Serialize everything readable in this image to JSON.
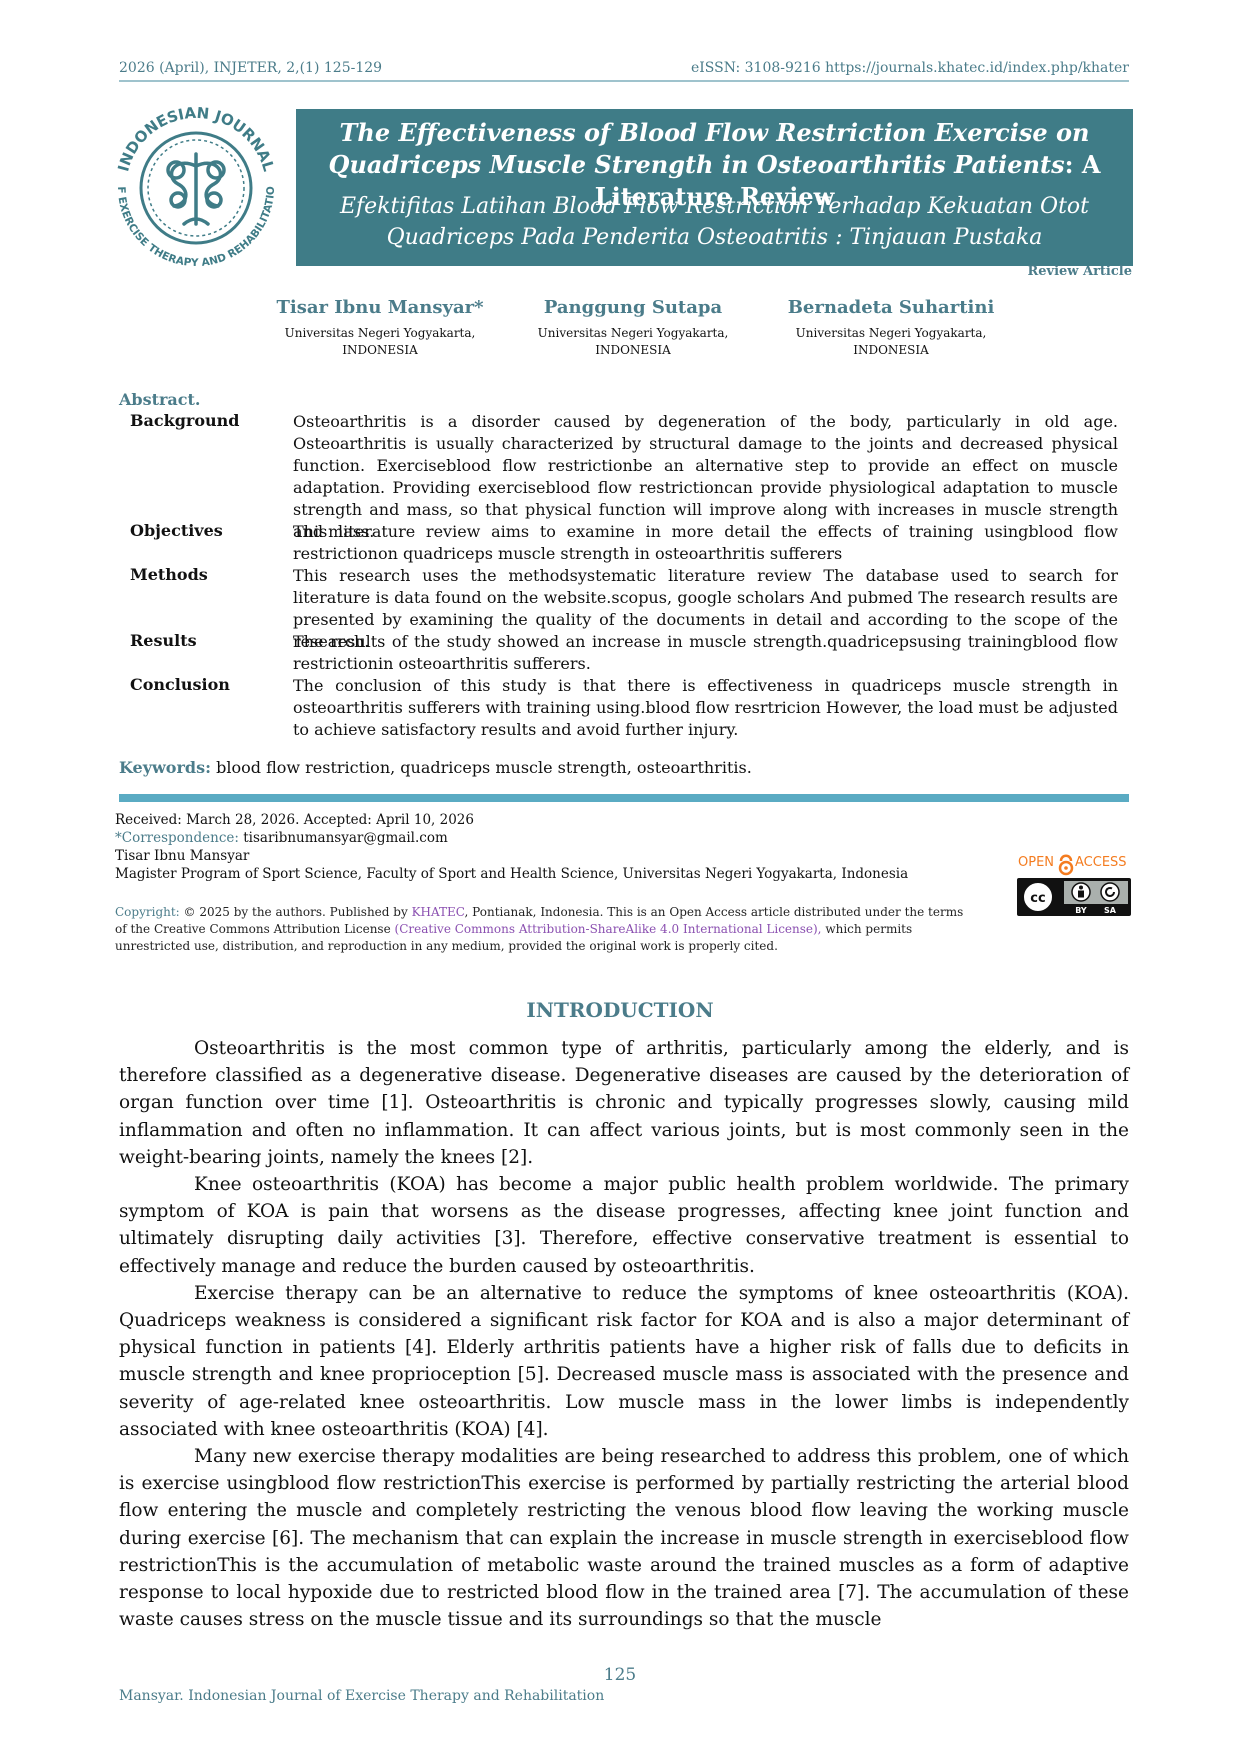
{
  "header": {
    "left": "2026 (April), INJETER, 2,(1) 125-129",
    "right": "eISSN: 3108-9216 https://journals.khatec.id/index.php/khater"
  },
  "logo": {
    "arc_top": "INDONESIAN JOURNAL",
    "arc_bottom": "OF EXERCISE THERAPY AND REHABILITATION"
  },
  "title": {
    "en_italic": "The Effectiveness of Blood Flow Restriction Exercise on Quadriceps Muscle Strength in Osteoarthritis Patients",
    "en_rest": ": A Literature Review",
    "id": "Efektifitas Latihan Blood Flow Restriction Terhadap Kekuatan Otot Quadriceps Pada Penderita Osteoatritis : Tinjauan Pustaka"
  },
  "article_type": "Review Article",
  "authors": [
    {
      "name": "Tisar Ibnu Mansyar*",
      "affiliation": "Universitas Negeri Yogyakarta,",
      "country": "INDONESIA"
    },
    {
      "name": "Panggung Sutapa",
      "affiliation": "Universitas Negeri Yogyakarta,",
      "country": "INDONESIA"
    },
    {
      "name": "Bernadeta Suhartini",
      "affiliation": "Universitas Negeri Yogyakarta,",
      "country": "INDONESIA"
    }
  ],
  "abstract": {
    "heading": "Abstract.",
    "background_label": "Background",
    "background": "Osteoarthritis is a disorder caused by degeneration of the body, particularly in old age. Osteoarthritis is usually characterized by structural damage to the joints and decreased physical function. Exerciseblood flow restrictionbe an alternative step to provide an effect on muscle adaptation. Providing exerciseblood flow restrictioncan provide physiological adaptation to muscle strength and mass, so that physical function will improve along with increases in muscle strength and mass.",
    "objectives_label": "Objectives",
    "objectives": "This literature review aims to examine in more detail the effects of training usingblood flow restrictionon quadriceps muscle strength in osteoarthritis sufferers",
    "methods_label": "Methods",
    "methods": "This research uses the methodsystematic literature review The database used to search for literature is data found on the website.scopus, google scholars And pubmed The research results are presented by examining the quality of the documents in detail and according to the scope of the research.",
    "results_label": "Results",
    "results": "The results of the study showed an increase in muscle strength.quadricepsusing trainingblood flow restrictionin osteoarthritis sufferers.",
    "conclusion_label": "Conclusion",
    "conclusion": "The conclusion of this study is that there is effectiveness in quadriceps muscle strength in osteoarthritis sufferers with training using.blood flow resrtricion However, the load must be adjusted to achieve satisfactory results and avoid further injury."
  },
  "keywords": {
    "label": "Keywords:",
    "text": "blood flow restriction, quadriceps muscle strength, osteoarthritis."
  },
  "meta": {
    "received": "Received: March 28, 2026. Accepted: April 10, 2026",
    "corr_label": "*Correspondence:",
    "corr_email": "tisaribnumansyar@gmail.com",
    "corr_name": "Tisar Ibnu Mansyar",
    "corr_affil": "Magister Program of Sport Science, Faculty of Sport and Health Science, Universitas Negeri Yogyakarta, Indonesia"
  },
  "open_access": {
    "word1": "OPEN",
    "word2": "ACCESS",
    "cc": "cc",
    "by": "BY",
    "sa": "SA"
  },
  "copyright": {
    "label": "Copyright:",
    "p1": "© 2025 by the authors. Published by",
    "publisher": "KHATEC",
    "p2": ", Pontianak, Indonesia. This is an Open Access article distributed under the terms of the Creative Commons Attribution License",
    "license": "(Creative Commons Attribution-ShareAlike 4.0 International License),",
    "p3": "which permits unrestricted use, distribution, and reproduction in any medium, provided the original work is properly cited."
  },
  "intro": {
    "heading": "INTRODUCTION",
    "p1": "Osteoarthritis is the most common type of arthritis, particularly among the elderly, and is therefore classified as a degenerative disease. Degenerative diseases are caused by the deterioration of organ function over time [1]. Osteoarthritis is chronic and typically progresses slowly, causing mild inflammation and often no inflammation. It can affect various joints, but is most commonly seen in the weight-bearing joints, namely the knees [2].",
    "p2": "Knee osteoarthritis (KOA) has become a major public health problem worldwide. The primary symptom of KOA is pain that worsens as the disease progresses, affecting knee joint function and ultimately disrupting daily activities [3]. Therefore, effective conservative treatment is essential to effectively manage and reduce the burden caused by osteoarthritis.",
    "p3": "Exercise therapy can be an alternative to reduce the symptoms of knee osteoarthritis (KOA). Quadriceps weakness is considered a significant risk factor for KOA and is also a major determinant of physical function in patients [4]. Elderly arthritis patients have a higher risk of falls due to deficits in muscle strength and knee proprioception [5]. Decreased muscle mass is associated with the presence and severity of age-related knee osteoarthritis. Low muscle mass in the lower limbs is independently associated with knee osteoarthritis (KOA) [4].",
    "p4": "Many new exercise therapy modalities are being researched to address this problem, one of which is exercise usingblood flow restrictionThis exercise is performed by partially restricting the arterial blood flow entering the muscle and completely restricting the venous blood flow leaving the working muscle during exercise [6]. The mechanism that can explain the increase in muscle strength in exerciseblood flow restrictionThis is the accumulation of metabolic waste around the trained muscles as a form of adaptive response to local hypoxide due to restricted blood flow in the trained area [7]. The accumulation of these waste causes stress on the muscle tissue and its surroundings so that the muscle"
  },
  "page_number": "125",
  "footer": "Mansyar. Indonesian Journal of Exercise Therapy and Rehabilitation"
}
